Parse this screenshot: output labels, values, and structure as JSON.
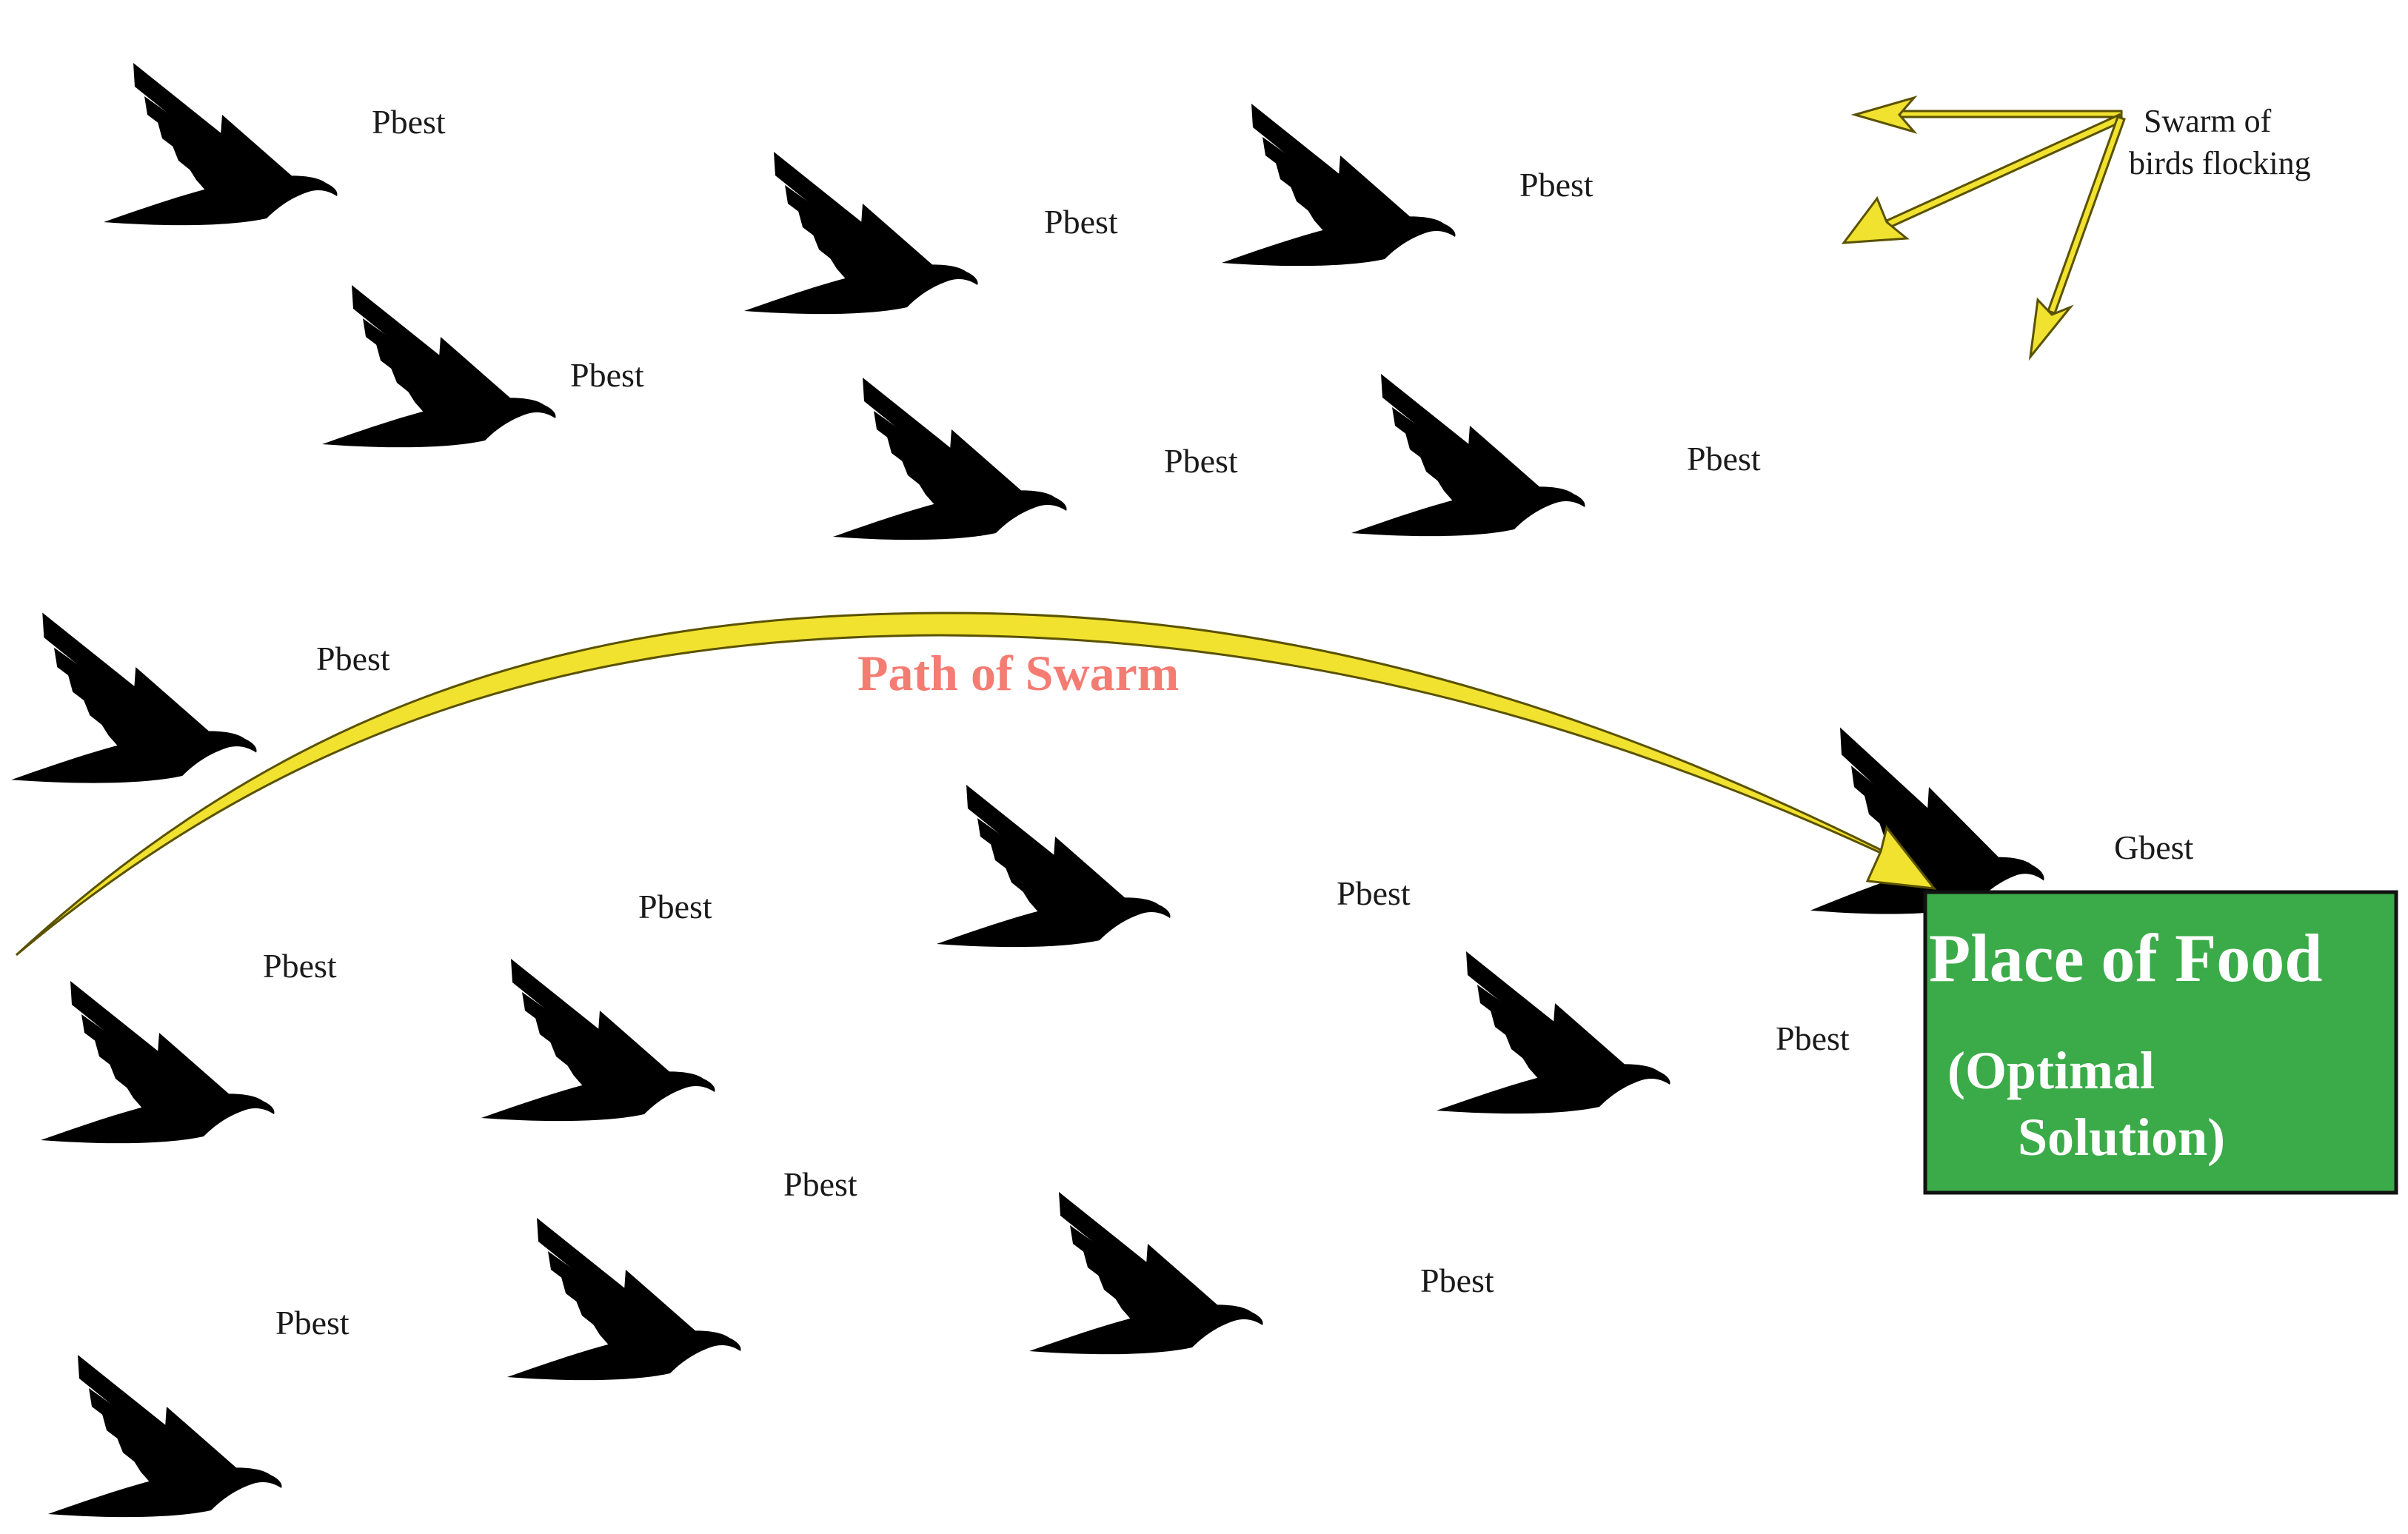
{
  "labels": {
    "pbest": "Pbest",
    "gbest": "Gbest",
    "path": "Path of Swarm",
    "legend_line1": "Swarm of",
    "legend_line2": "birds flocking",
    "food_title": "Place of Food",
    "food_sub1": "(Optimal",
    "food_sub2": "Solution)"
  },
  "colors": {
    "bird": "#000000",
    "arrow_fill": "#f2e230",
    "arrow_stroke": "#5a5200",
    "path_title": "#f47c73",
    "food_box": "#3aab48",
    "food_border": "#111111"
  },
  "icons": {
    "bird": "bird-silhouette-icon"
  }
}
